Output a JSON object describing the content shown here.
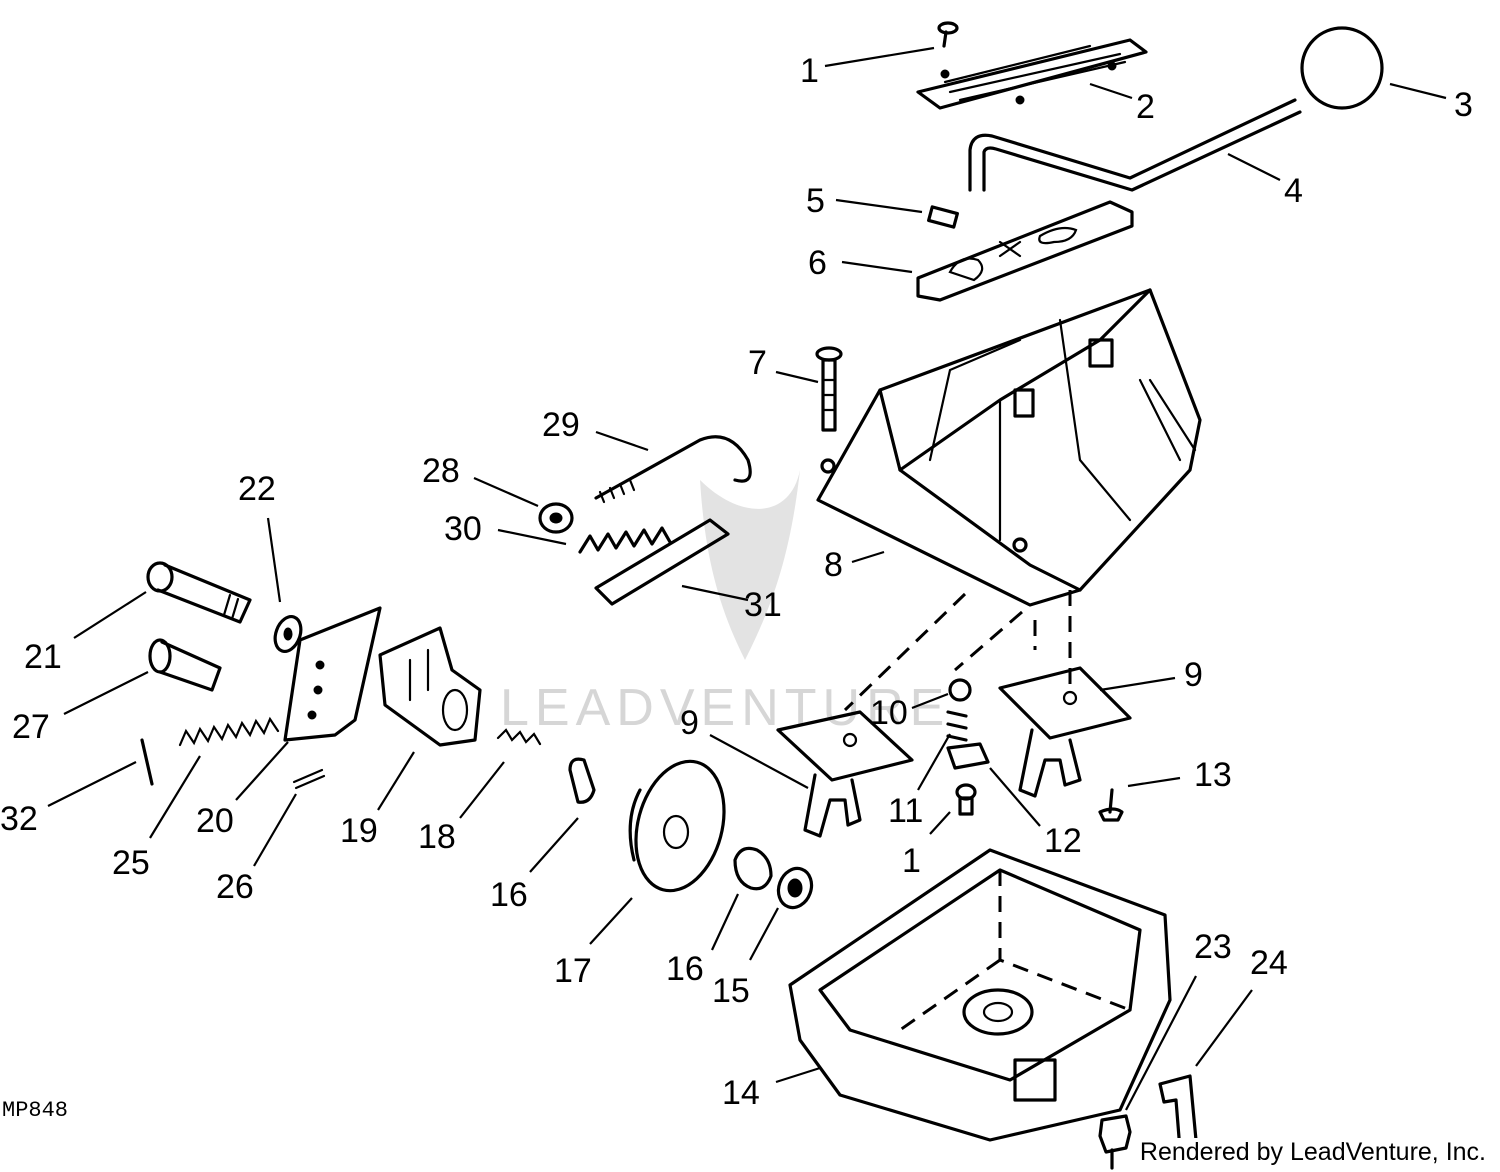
{
  "diagram": {
    "watermark": "LEADVENTURE",
    "drawing_code": "MP848",
    "credit": "Rendered by LeadVenture, Inc.",
    "callouts": [
      "1",
      "2",
      "3",
      "4",
      "5",
      "6",
      "7",
      "8",
      "9",
      "9",
      "10",
      "11",
      "12",
      "13",
      "1",
      "14",
      "15",
      "16",
      "16",
      "17",
      "18",
      "19",
      "20",
      "21",
      "22",
      "23",
      "24",
      "25",
      "26",
      "27",
      "28",
      "29",
      "30",
      "31",
      "32"
    ]
  }
}
